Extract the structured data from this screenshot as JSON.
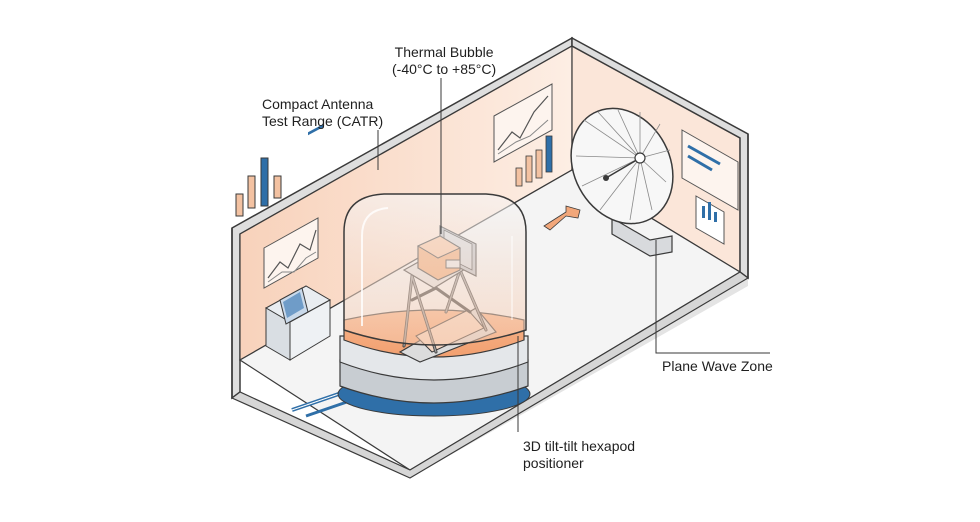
{
  "labels": {
    "thermal_bubble": {
      "line1": "Thermal Bubble",
      "line2": "(-40°C to +85°C)"
    },
    "catr": {
      "line1": "Compact Antenna",
      "line2": "Test Range (CATR)"
    },
    "plane_wave_zone": "Plane Wave Zone",
    "hexapod": {
      "line1": "3D tilt-tilt hexapod",
      "line2": "positioner"
    }
  },
  "icons": [
    "bar-chart-icon",
    "line-chart-icon",
    "reflector-dish-icon",
    "control-console-icon",
    "hexapod-positioner-icon",
    "antenna-under-test-icon",
    "arrow-left-icon"
  ],
  "colors": {
    "outline": "#3a3a3a",
    "wall_fill": "#fbe3d3",
    "floor_fill": "#f3f3f3",
    "accent_orange": "#f2a77a",
    "accent_blue": "#2f6fa8",
    "glass": "#eef2f5"
  }
}
